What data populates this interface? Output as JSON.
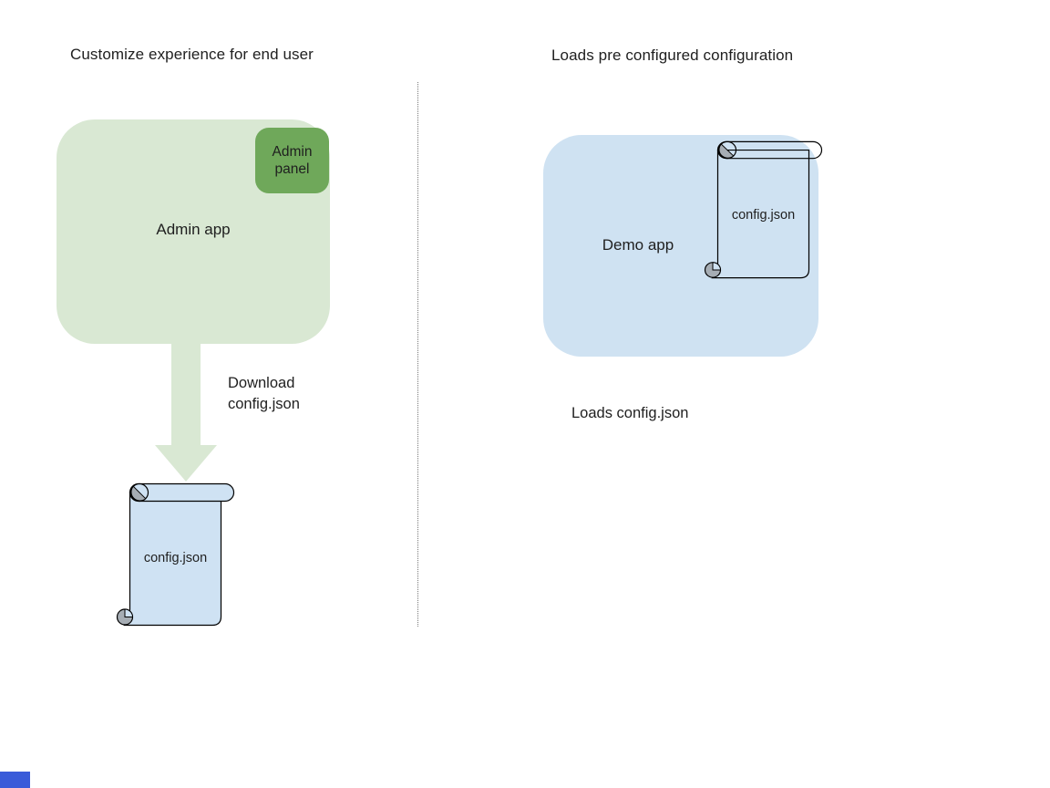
{
  "palette": {
    "app_green_fill": "#d9e8d3",
    "panel_green_fill": "#6fa85a",
    "app_blue_fill": "#cfe2f2",
    "scroll_blue_fill": "#cfe2f3",
    "curl_gray": "#a6adb4",
    "shape_outline": "#000000",
    "text_color": "#1f1f1f",
    "divider_color": "#7a7a7a",
    "corner_accent_blue": "#3a5bd9"
  },
  "left": {
    "title": "Customize experience for end user",
    "admin_app_label": "Admin app",
    "admin_panel_label": "Admin panel",
    "download_caption": "Download config.json",
    "file_label": "config.json"
  },
  "right": {
    "title": "Loads pre configured configuration",
    "demo_app_label": "Demo app",
    "file_label": "config.json",
    "caption": "Loads config.json"
  }
}
